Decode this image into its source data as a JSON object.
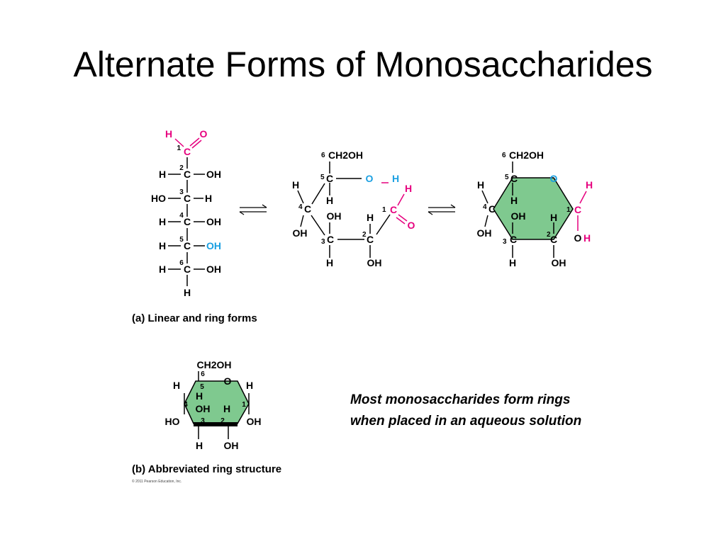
{
  "slide": {
    "title": "Alternate Forms of Monosaccharides",
    "note_lines": [
      "Most monosaccharides form rings",
      "when placed in an aqueous solution"
    ]
  },
  "figure": {
    "caption_a": "(a) Linear and ring forms",
    "caption_b": "(b) Abbreviated ring structure",
    "copyright": "© 2011 Pearson Education, Inc.",
    "atom_labels": {
      "H": "H",
      "O": "O",
      "C": "C",
      "OH": "OH",
      "HO": "HO",
      "CH2OH": "CH2OH"
    },
    "carbon_numbers": [
      "1",
      "2",
      "3",
      "4",
      "5",
      "6"
    ]
  },
  "colors": {
    "text": "#000000",
    "highlight_pink": "#e6007e",
    "highlight_blue": "#1ba0e2",
    "ring_fill": "#7fc98f"
  }
}
